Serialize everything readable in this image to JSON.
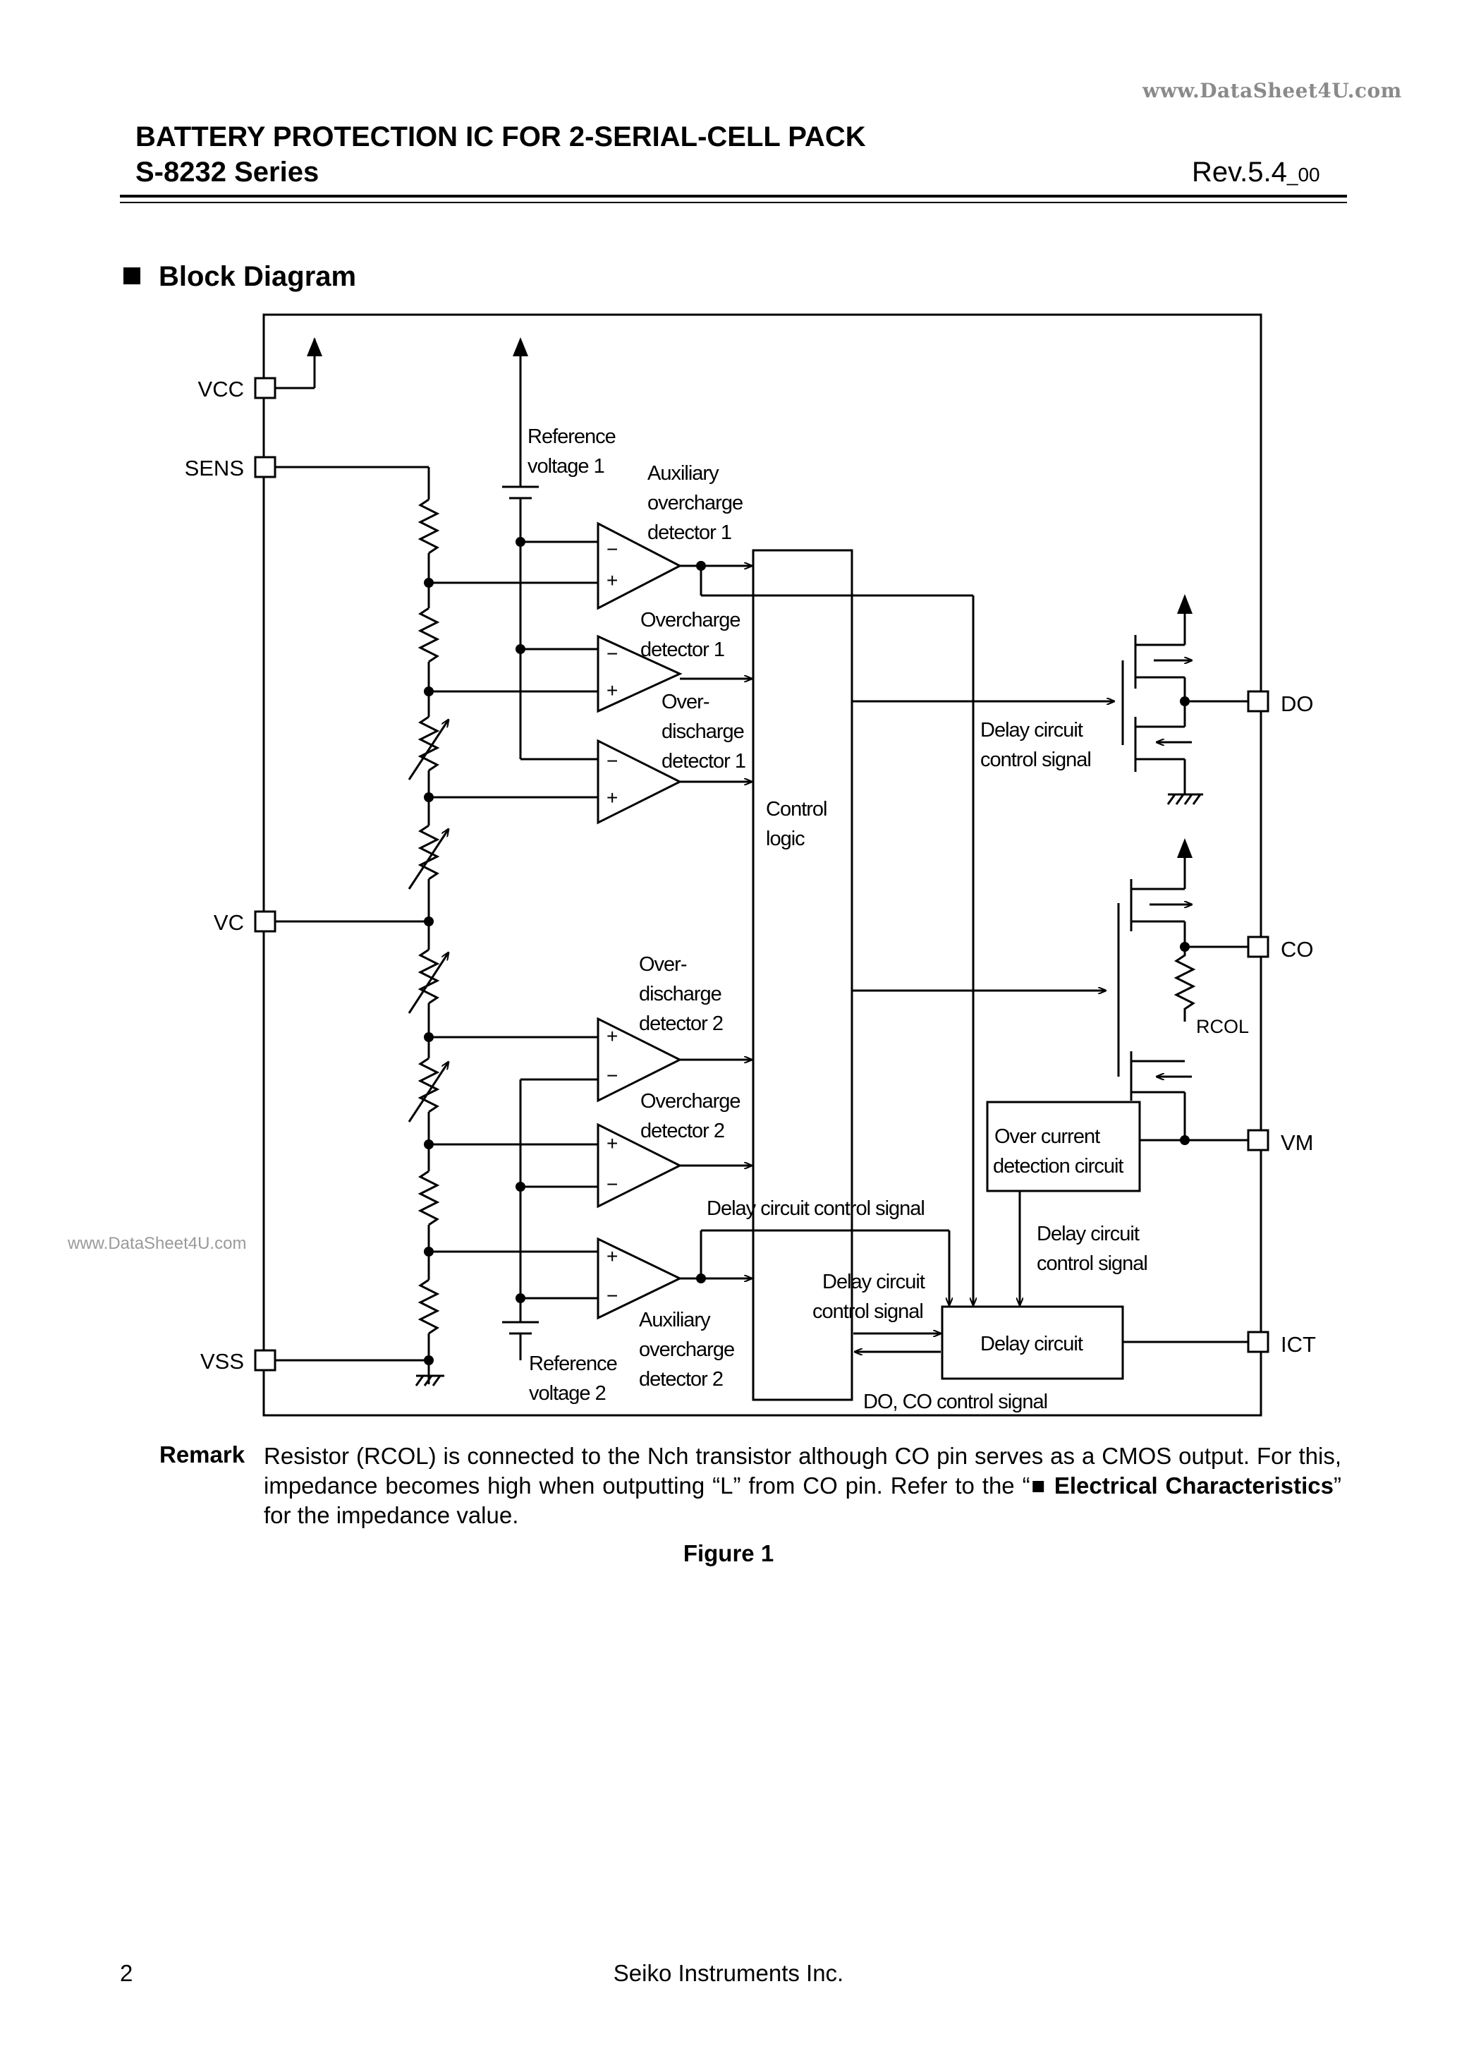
{
  "watermark_top": "www.DataSheet4U.com",
  "header": {
    "title": "BATTERY PROTECTION IC FOR 2-SERIAL-CELL PACK",
    "series": "S-8232 Series",
    "rev_main": "Rev.5.4",
    "rev_sub": "_00"
  },
  "section_title": "Block Diagram",
  "diagram": {
    "pins": {
      "vcc": "VCC",
      "sens": "SENS",
      "vc": "VC",
      "vss": "VSS",
      "do": "DO",
      "co": "CO",
      "vm": "VM",
      "ict": "ICT"
    },
    "labels": {
      "ref1_line1": "Reference",
      "ref1_line2": "voltage 1",
      "ref2_line1": "Reference",
      "ref2_line2": "voltage 2",
      "aux_ovc1_l1": "Auxiliary",
      "aux_ovc1_l2": "overcharge",
      "aux_ovc1_l3": "detector 1",
      "ovc1_l1": "Overcharge",
      "ovc1_l2": "detector 1",
      "ovd1_l1": "Over-",
      "ovd1_l2": "discharge",
      "ovd1_l3": "detector 1",
      "ovd2_l1": "Over-",
      "ovd2_l2": "discharge",
      "ovd2_l3": "detector 2",
      "ovc2_l1": "Overcharge",
      "ovc2_l2": "detector 2",
      "aux_ovc2_l1": "Auxiliary",
      "aux_ovc2_l2": "overcharge",
      "aux_ovc2_l3": "detector 2",
      "ctrl_l1": "Control",
      "ctrl_l2": "logic",
      "dccs_top_l1": "Delay circuit",
      "dccs_top_l2": "control signal",
      "dccs_mid": "Delay circuit control signal",
      "dccs_oc_l1": "Delay circuit",
      "dccs_oc_l2": "control signal",
      "dccs_low_l1": "Delay circuit",
      "dccs_low_l2": "control signal",
      "occ_l1": "Over current",
      "occ_l2": "detection circuit",
      "delay_circuit": "Delay circuit",
      "do_co_ctrl": "DO, CO control signal",
      "rcol": "RCOL",
      "minus": "−",
      "plus": "+"
    },
    "watermark_mid": "www.DataSheet4U.com"
  },
  "remark": {
    "label": "Remark",
    "text_1": "Resistor (RCOL) is connected to the Nch transistor although CO pin serves as a CMOS output. For this, impedance becomes high when outputting “L” from CO pin.  Refer to the “",
    "bullet": "■",
    "bold_ref": " Electrical Characteristics",
    "text_2": "” for the impedance value."
  },
  "figure_caption": "Figure 1",
  "footer": {
    "page_number": "2",
    "company": "Seiko Instruments Inc."
  }
}
